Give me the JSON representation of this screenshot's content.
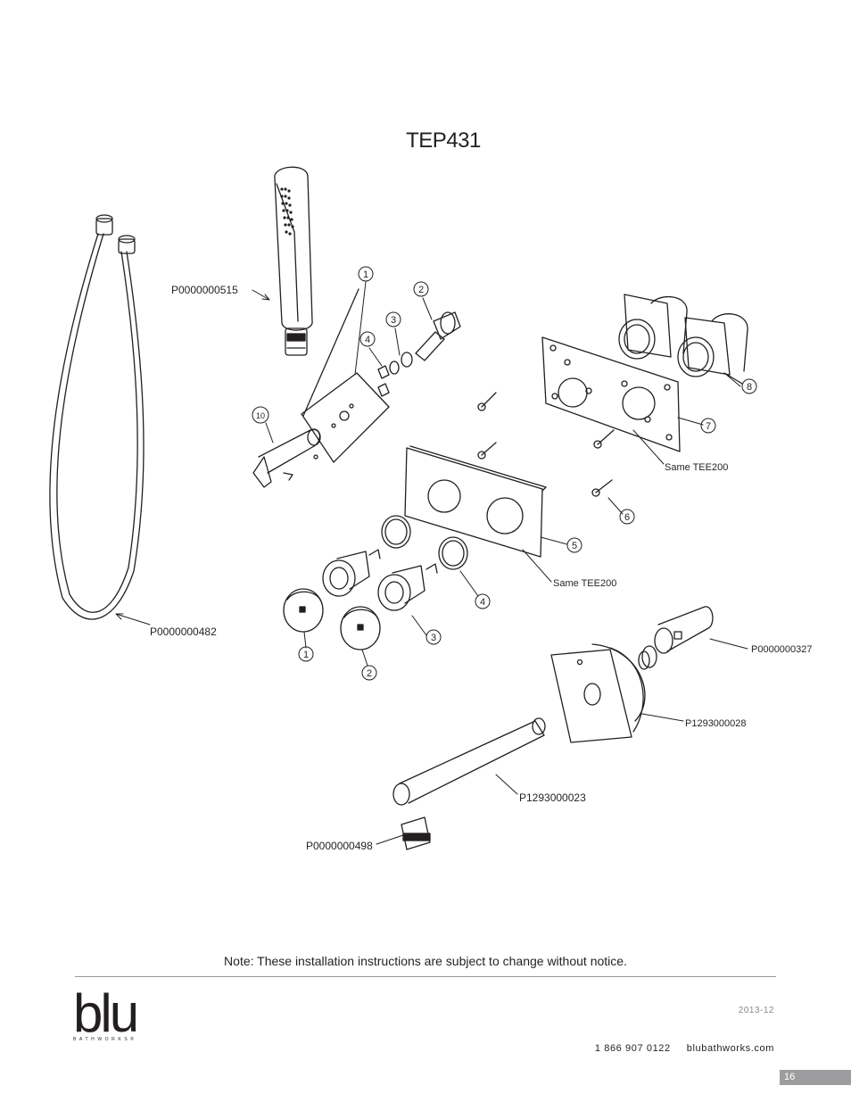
{
  "page": {
    "title": "TEP431",
    "page_number": "16"
  },
  "callouts": {
    "c1a": "1",
    "c2a": "2",
    "c3a": "3",
    "c4a": "4",
    "c10": "10",
    "c8": "8",
    "c7": "7",
    "c6": "6",
    "c5": "5",
    "c4b": "4",
    "c3b": "3",
    "c1b": "1",
    "c2b": "2"
  },
  "part_labels": {
    "handshower": "P0000000515",
    "hose": "P0000000482",
    "same_tee_top": "Same TEE200",
    "same_tee_mid": "Same TEE200",
    "diverter": "P0000000327",
    "spout_plate": "P1293000028",
    "spout": "P1293000023",
    "aerator": "P0000000498"
  },
  "footer": {
    "note": "Note: These installation instructions are subject to change without notice.",
    "brand": "blu",
    "brand_sub": "BATHWORKS®",
    "date": "2013-12",
    "phone": "1 866 907 0122",
    "website": "blubathworks.com"
  }
}
